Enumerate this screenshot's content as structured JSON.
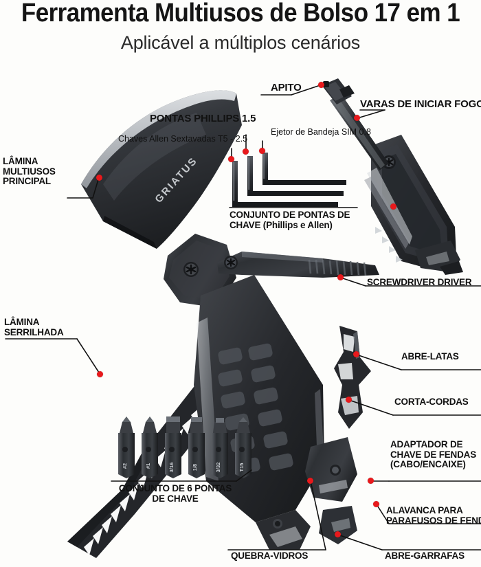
{
  "header": {
    "title": "Ferramenta Multiusos de Bolso 17 em 1",
    "subtitle": "Aplicável a múltiplos cenários"
  },
  "brand": {
    "blade_engraving": "GRIATUS"
  },
  "colors": {
    "marker_red": "#e8191c",
    "text": "#111111",
    "background": "#fdfdfb",
    "tool_dark": "#2b2d30",
    "tool_mid": "#4a4d52",
    "tool_light": "#c9cdd2"
  },
  "callouts": [
    {
      "id": "lamina-multiusos-principal",
      "text": "LÂMINA\nMULTIUSOS\nPRINCIPAL",
      "style": "bold"
    },
    {
      "id": "pontas-phillips",
      "text": "PONTAS PHILLIPS 1.5",
      "style": "bold"
    },
    {
      "id": "chaves-allen",
      "text": "Chaves Allen Sextavadas T5 - 2.5",
      "style": "thin"
    },
    {
      "id": "ejetor-bandeja-sim",
      "text": "Ejetor de Bandeja SIM 0.8",
      "style": "thin"
    },
    {
      "id": "apito",
      "text": "APITO",
      "style": "bold"
    },
    {
      "id": "varas-de-iniciar-fogo",
      "text": "VARAS DE INICIAR FOGO",
      "style": "bold"
    },
    {
      "id": "conjunto-pontas-chave",
      "text": "CONJUNTO DE PONTAS DE\nCHAVE (Phillips e Allen)",
      "style": "bold"
    },
    {
      "id": "screwdriver-driver",
      "text": "SCREWDRIVER DRIVER",
      "style": "bold"
    },
    {
      "id": "lamina-serrilhada",
      "text": "LÂMINA\nSERRILHADA",
      "style": "bold"
    },
    {
      "id": "abre-latas",
      "text": "ABRE-LATAS",
      "style": "bold"
    },
    {
      "id": "corta-cordas",
      "text": "CORTA-CORDAS",
      "style": "bold"
    },
    {
      "id": "adaptador-chave-fendas",
      "text": "ADAPTADOR DE\nCHAVE DE FENDAS\n(CABO/ENCAIXE)",
      "style": "bold"
    },
    {
      "id": "conjunto-6-pontas",
      "text": "CONJUNTO DE 6 PONTAS\nDE CHAVE",
      "style": "bold"
    },
    {
      "id": "alavanca-parafusos",
      "text": "ALAVANCA PARA\nPARAFUSOS DE FENDA",
      "style": "bold"
    },
    {
      "id": "quebra-vidros",
      "text": "QUEBRA-VIDROS",
      "style": "bold"
    },
    {
      "id": "abre-garrafas",
      "text": "ABRE-GARRAFAS",
      "style": "bold"
    }
  ],
  "bit_set": {
    "count_label": "CONJUNTO DE 6 PONTAS\nDE CHAVE",
    "bits": [
      "#2",
      "#1",
      "3/16",
      "1/8",
      "3/32",
      "T15"
    ]
  }
}
